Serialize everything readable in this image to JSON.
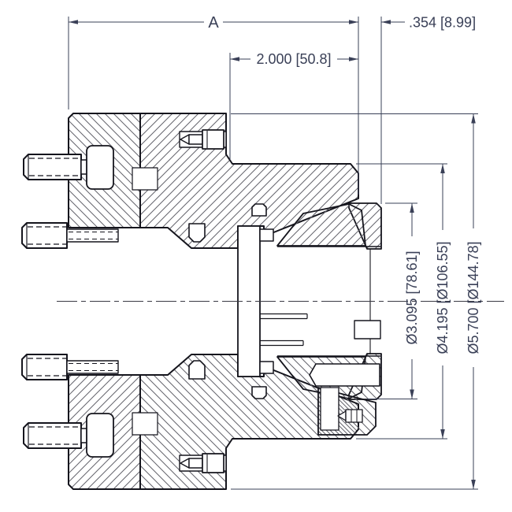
{
  "drawing": {
    "type": "cross-section technical drawing of a collet chuck assembly",
    "dimensions": {
      "length_a": "A",
      "flange_to_body_face": "2.000 [50.8]",
      "nose_protrusion": ".354 [8.99]",
      "nose_diameter": "Ø3.095 [78.61]",
      "body_diameter": "Ø4.195 [Ø106.55]",
      "flange_diameter": "Ø5.700 [Ø144.78]"
    },
    "colors": {
      "outline": "#15151d",
      "hatch": "#64646c",
      "dimension": "#3a4057",
      "background": "#ffffff"
    }
  }
}
